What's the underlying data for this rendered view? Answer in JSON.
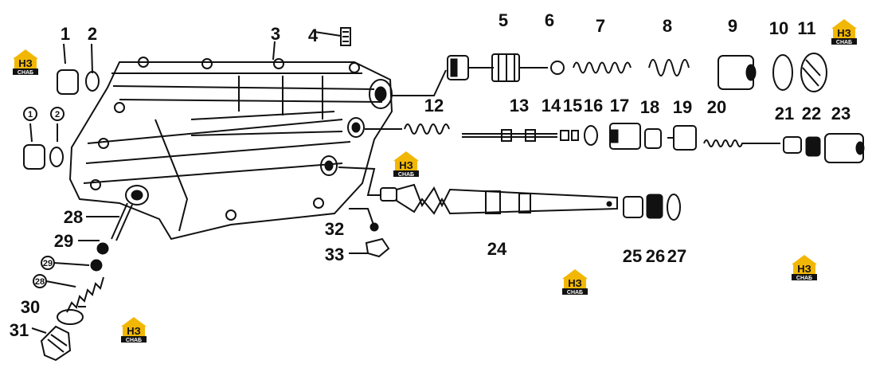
{
  "parts": [
    "1",
    "2",
    "3",
    "4",
    "5",
    "6",
    "7",
    "8",
    "9",
    "10",
    "11",
    "12",
    "13",
    "14",
    "15",
    "16",
    "17",
    "18",
    "19",
    "20",
    "21",
    "22",
    "23",
    "24",
    "25",
    "26",
    "27",
    "28",
    "29",
    "30",
    "31",
    "32",
    "33"
  ],
  "circled_parts": [
    "1",
    "2",
    "29",
    "28"
  ],
  "watermark": {
    "top": "НЗ",
    "bottom": "СНАБ"
  },
  "colors": {
    "ink": "#111111",
    "logo_yellow": "#f2b705",
    "paper": "#ffffff"
  }
}
